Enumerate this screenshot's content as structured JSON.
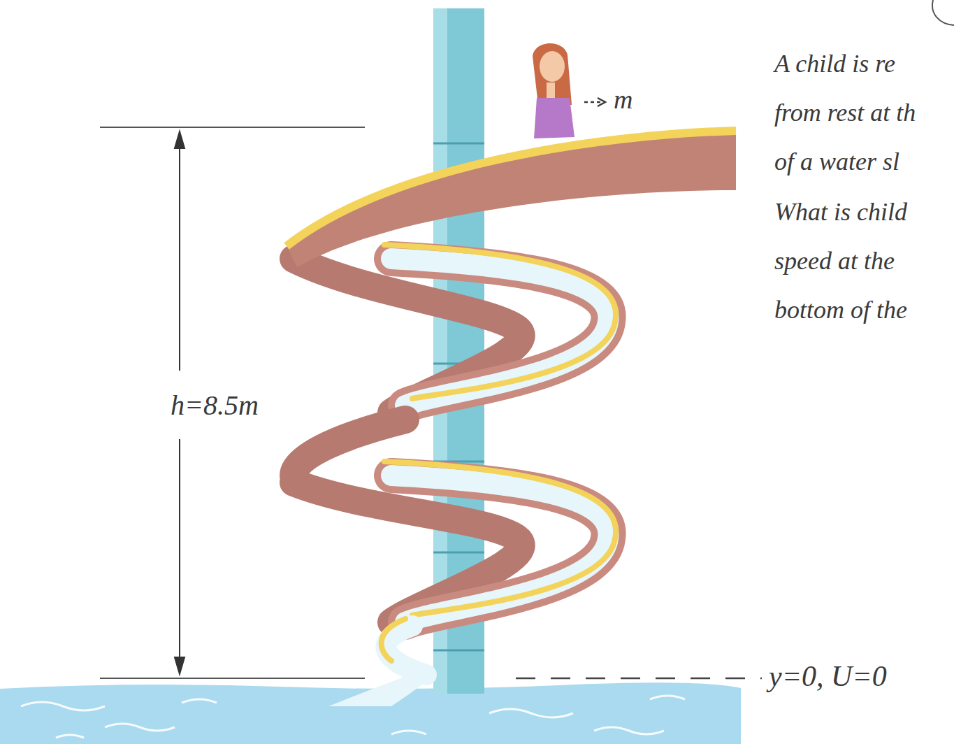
{
  "diagram": {
    "labels": [
      "m",
      "h=8.5m",
      "A child is re",
      "from rest at th",
      "of a water sl",
      "What is child",
      "speed at the",
      "bottom of the",
      "y=0, U=0"
    ]
  }
}
